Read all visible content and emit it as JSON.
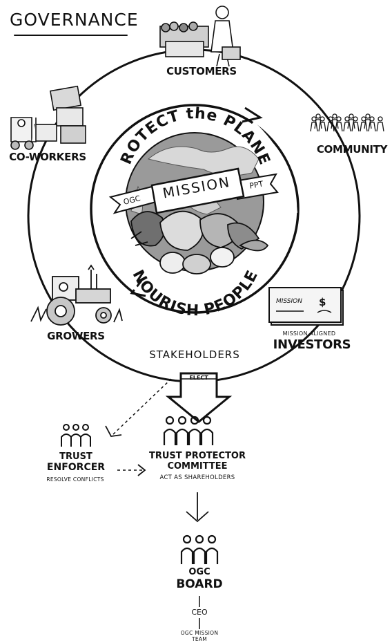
{
  "title": "GOVERNANCE",
  "ring": {
    "top_arc": "PROTECT the PLANET",
    "banner_center": "MISSION",
    "banner_left": "OGC",
    "banner_right": "PPT",
    "bottom_arc": "NOURISH PEOPLE"
  },
  "stakeholders": {
    "customers": "CUSTOMERS",
    "community": "COMMUNITY",
    "co_workers": "CO-WORKERS",
    "growers": "GROWERS",
    "investors_prefix": "MISSION ALIGNED",
    "investors": "INVESTORS",
    "check_text": "MISSION",
    "check_amount": "$"
  },
  "flow": {
    "stakeholders_label": "STAKEHOLDERS",
    "elect_label": "ELECT",
    "trust_enforcer": {
      "title1": "TRUST",
      "title2": "ENFORCER",
      "sub": "RESOLVE CONFLICTS"
    },
    "trust_protector": {
      "title1": "TRUST PROTECTOR",
      "title2": "COMMITTEE",
      "sub": "ACT AS SHAREHOLDERS"
    },
    "board": {
      "title1": "OGC",
      "title2": "BOARD"
    },
    "ceo": "CEO",
    "mission_team": {
      "line1": "OGC MISSION",
      "line2": "TEAM"
    }
  }
}
